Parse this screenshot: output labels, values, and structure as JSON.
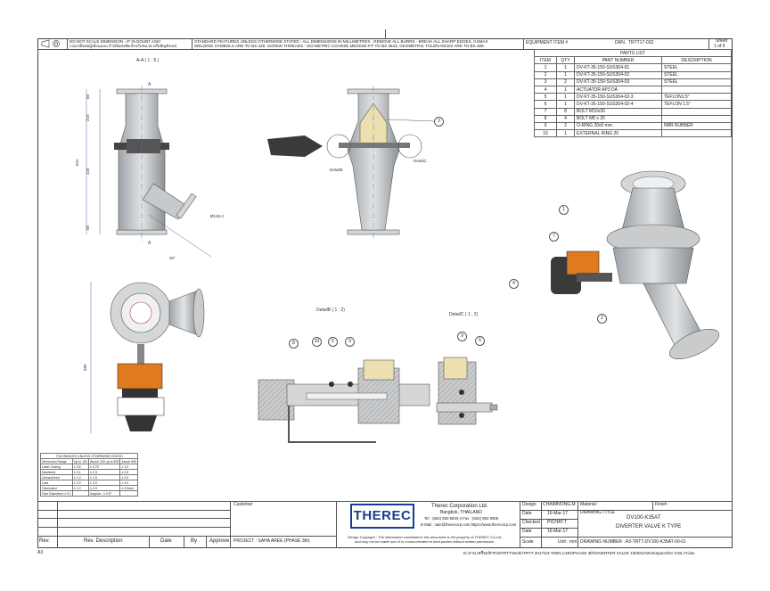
{
  "header": {
    "scale_note": "DO NOT SCALE DIMENSION - IF IN DOUBT ASK!",
    "scale_note_th": "กรุณาติดต่อผู้เขียนแบบ ถ้ามีข้อสงสัยเกี่ยวกับขนาด หรือสัญลักษณ์",
    "standard_features": "STANDARD FEATURES UNLESS OTHERWISE STATED :  ALL DIMENSIONS IN MILLIMETRES , REMOVE ALL BURRS - BREAK ALL SHARP EDGES, 0.5MAX",
    "welding": "WELDING  SYMBOLS  ARE  TO  BS  449.  SCREW THREADS : ISO METRIC COARSE MEDIUM FIT TO BS 3643, GEOMETRIC TOLERANCES ARE TO BS 308.",
    "equipment_label": "EQUIPMENT ITEM #",
    "drn": "DRN.",
    "drn_value": "TRTT17-032",
    "sheet_label": "Sheet",
    "sheet_value": "1 of 5"
  },
  "parts_list": {
    "title": "PARTS LIST",
    "columns": [
      "ITEM",
      "QTY",
      "PART NUMBER",
      "DESCRIPTION"
    ],
    "rows": [
      [
        "1",
        "1",
        "DV-KT-35-150-SUS304-01",
        "STEEL"
      ],
      [
        "2",
        "1",
        "DV-KT-35-150-SUS304-02",
        "STEEL"
      ],
      [
        "3",
        "2",
        "DV-KT-35-150-SUS304-03",
        "STEEL"
      ],
      [
        "4",
        "1",
        "ACTUATOR AP3 DA",
        ""
      ],
      [
        "5",
        "1",
        "DV-KT-35-150-SUS304-02-3",
        "TEFLON1.5\""
      ],
      [
        "6",
        "1",
        "DV-KT-35-150-SUS304-02-4",
        "TEFLON 1.5\""
      ],
      [
        "7",
        "8",
        "BOLT M10x30",
        ""
      ],
      [
        "8",
        "4",
        "BOLT M8 x 20",
        ""
      ],
      [
        "9",
        "2",
        "O-RING 20x5 mm",
        "NBR RUBBER"
      ],
      [
        "10",
        "1",
        "EXTERNAL RING 25",
        ""
      ]
    ]
  },
  "views": {
    "section_label": "A-A ( 1 : 5 )",
    "detail_b_label": "DetailB ( 1 : 2)",
    "detail_c_label": "DetailC ( 1 : 2)",
    "detail_b_tag": "DetailB",
    "detail_c_tag": "DetailC",
    "section_a": "A",
    "dims": {
      "d50_top": "50",
      "d210": "210",
      "d631": "631",
      "d320": "320",
      "d50_bot": "50",
      "d580": "580",
      "d35": "35°",
      "d148": "Ø148.3"
    },
    "callouts": [
      "1",
      "2",
      "3",
      "4",
      "7",
      "8",
      "10",
      "5",
      "9",
      "9",
      "6"
    ]
  },
  "tolerances": {
    "title": "TOLERANCES UNLESS OTHERWISE STATED",
    "columns": [
      "Dimension Range",
      "Up to 100",
      "Above 100 up to 500",
      "Above 500"
    ],
    "rows": [
      [
        "Laser Cutting",
        "± 0.5",
        "± 0.75",
        "± 1.0"
      ],
      [
        "Machined",
        "± 0.1",
        "± 0.3",
        "± 0.5"
      ],
      [
        "Unmachined",
        "± 1.0",
        "± 1.5",
        "± 2.0"
      ],
      [
        "Cast",
        "± 2.0",
        "± 3.0",
        "± 4.0"
      ],
      [
        "Fabricated",
        "± 1.0",
        "± 2.0",
        "± 3.0mm"
      ],
      [
        "Hole Diameters ± 0.1",
        "",
        "Angular : ± 0.5°",
        ""
      ]
    ]
  },
  "title_block": {
    "customer_label": "Customer",
    "project": "PROJECT :  SAHA AREE  (PHASE 3th)",
    "rev_labels": [
      "Rev.",
      "Rev. Description",
      "Date",
      "By",
      "Approve"
    ],
    "company": "Therec Corporation Ltd.",
    "city": "Bangkok, THAILAND",
    "tel": "Tel : (662) 883 9003-4     Fax : (662) 883 9005",
    "email": "E-Mail : sale@therecorp.com    https://www.therecorp.com",
    "copyright1": "Design Copyright : The information contained in this document is the property of THEREC Co.Ltd.,",
    "copyright2": "and may not be made use of or communicated to third parties without written permission.",
    "logo": "THEREC",
    "design_label": "Design",
    "design_value": "CHAIMNONG.M",
    "date_label": "Date",
    "date1": "16-Mar-17",
    "checked_label": "Checked",
    "checked_value": "PICHAT.T",
    "date2": "16-Mar-17",
    "scale_label": "Scale",
    "unit_label": "Unit : mm.",
    "material_label": "Material :",
    "finish_label": "Finish :",
    "drawing_title_label": "DRAWING TITLE",
    "drawing_title_1": "DV100-K35AT",
    "drawing_title_2": "DIVERTER VALVE K TYPE",
    "drawing_number": "DRAWING NUMBER :  A3-TRTT-DV100-K35AT-00-01"
  },
  "footer": {
    "sheet_size": "A3",
    "path": "D:\\งาน เครื่องจักรกล\\TRTT\\Work\\TRTT 2017\\04-TWIN LION\\PHASE 3th\\DIVERTER VALVE 100\\INV\\Workspace\\DV K35 AT.idw"
  },
  "colors": {
    "accent": "#1a3d8f",
    "part": "#bfc3c6",
    "actuator": "#e07a1f",
    "teflon": "#ede0b0"
  }
}
